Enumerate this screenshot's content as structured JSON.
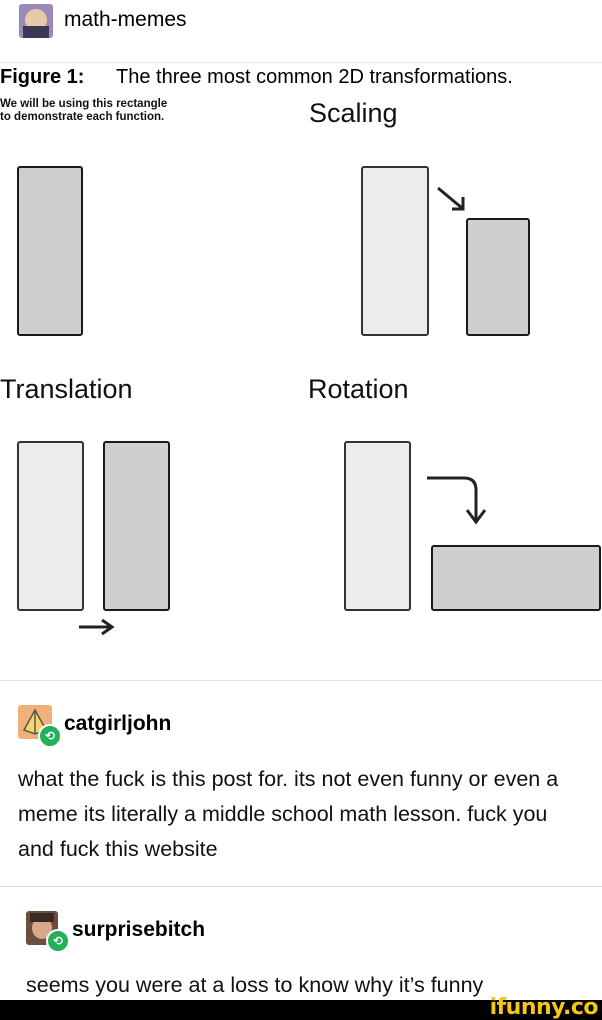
{
  "post": {
    "author": "math-memes",
    "figure": {
      "title_bold": "Figure 1:",
      "title_rest": "The three most common 2D transformations.",
      "subtitle_line1": "We will be using this rectangle",
      "subtitle_line2": "to demonstrate each function.",
      "labels": {
        "scaling": "Scaling",
        "translation": "Translation",
        "rotation": "Rotation"
      }
    }
  },
  "replies": [
    {
      "username": "catgirljohn",
      "text": "what the fuck is this post for. its not even funny or even a meme its literally a middle school math lesson. fuck you and fuck this website"
    },
    {
      "username": "surprisebitch",
      "text": "seems you were at a loss to know why it’s funny"
    }
  ],
  "watermark": "ifunny.co",
  "colors": {
    "reblog_badge": "#22b058",
    "watermark": "#f5c518",
    "rect_fill": "#cfcfcf",
    "rect_ghost_fill": "#ececec"
  }
}
